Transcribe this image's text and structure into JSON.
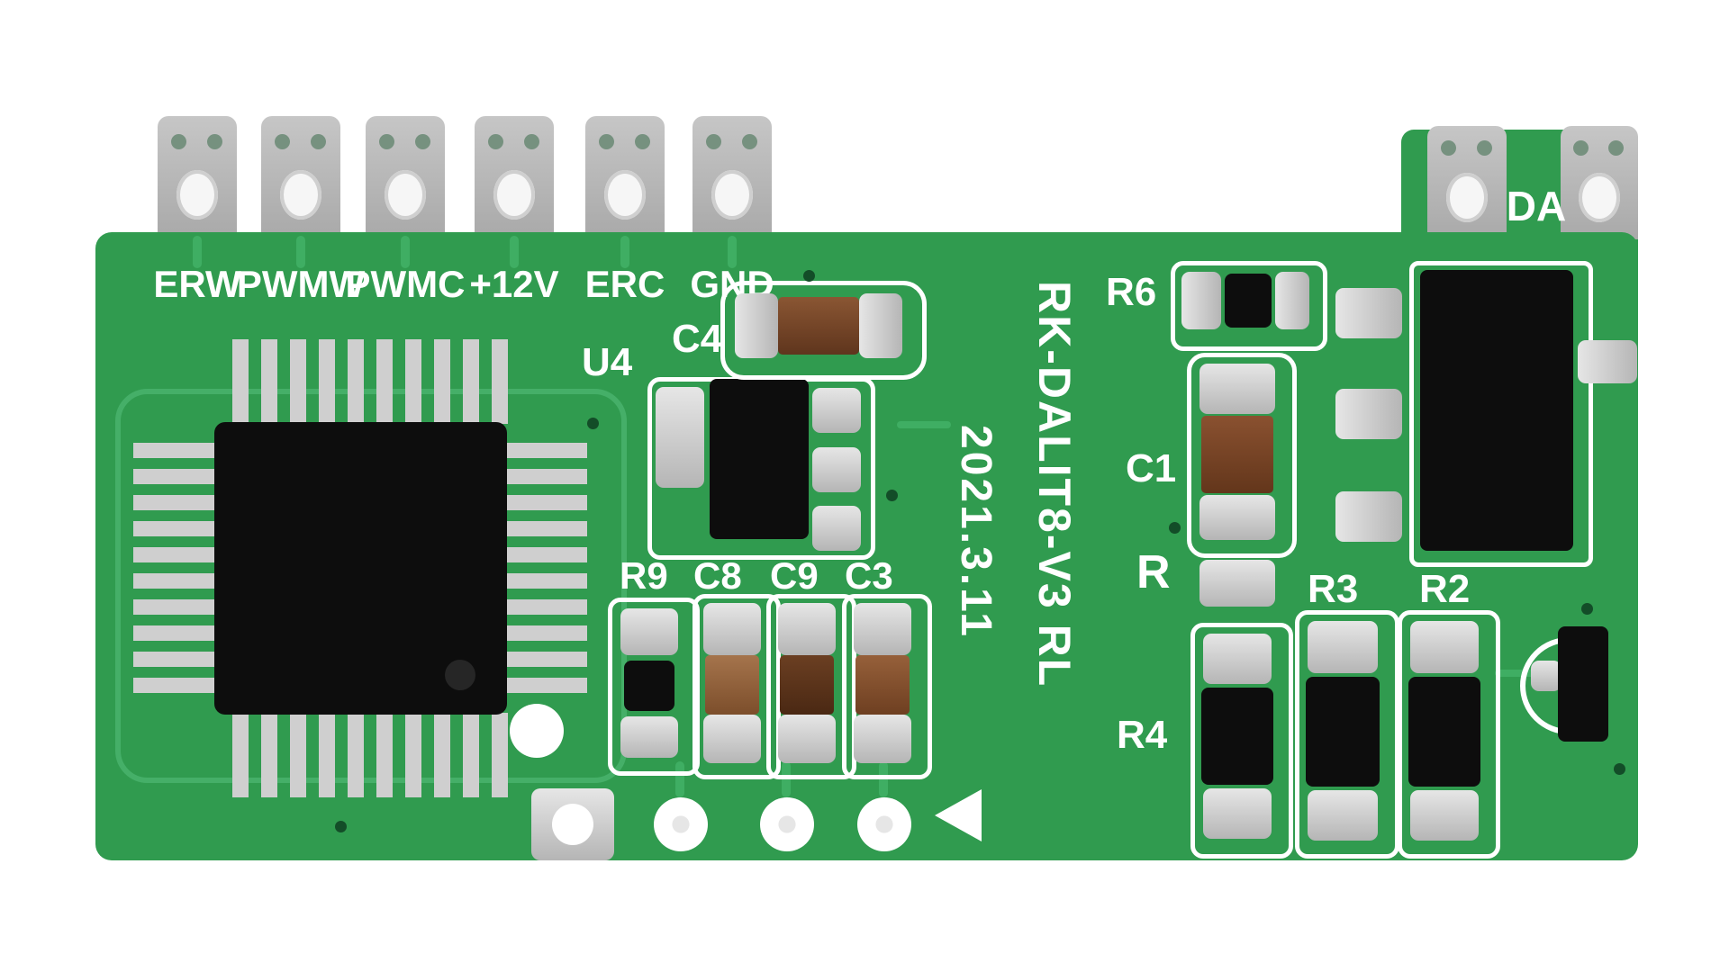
{
  "board": {
    "title_vertical": "RK-DALIT8-V3 RL",
    "date_vertical": "2021.3.11"
  },
  "terminals": {
    "left": [
      "ERW",
      "PWMW",
      "PWMC",
      "+12V",
      "ERC",
      "GND"
    ],
    "right_label": "DA"
  },
  "components": {
    "u4": "U4",
    "c4": "C4",
    "r9": "R9",
    "c8": "C8",
    "c9": "C9",
    "c3": "C3",
    "r6": "R6",
    "c1": "C1",
    "r": "R",
    "r3": "R3",
    "r2": "R2",
    "r4": "R4"
  },
  "colors": {
    "pcb_green": "#309b4f",
    "trace_green": "#3fae63",
    "hole_green": "#134d28",
    "pad_silver": "#c9c9c9",
    "terminal_gray": "#b5b5b5",
    "chip_black": "#0d0d0d",
    "cap_brown": "#7c4a2c",
    "silkscreen_white": "#ffffff"
  }
}
